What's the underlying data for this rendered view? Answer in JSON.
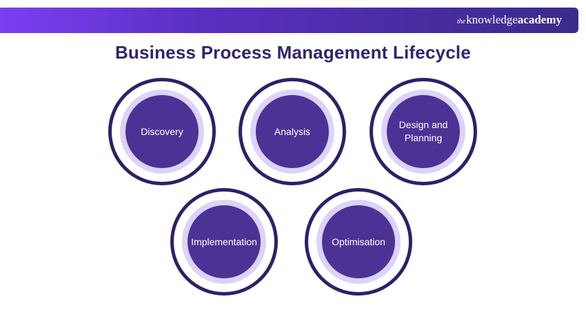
{
  "header": {
    "brand_prefix": "the",
    "brand_main": "knowledge",
    "brand_bold": "academy"
  },
  "title": "Business Process Management Lifecycle",
  "stages": [
    {
      "label": "Discovery"
    },
    {
      "label": "Analysis"
    },
    {
      "label": "Design and Planning"
    },
    {
      "label": "Implementation"
    },
    {
      "label": "Optimisation"
    }
  ],
  "colors": {
    "banner_start": "#7b3ff2",
    "banner_end": "#3b2a8a",
    "title": "#33236e",
    "ring_outer": "#2f1f69",
    "ring_lavender": "#dcd3fb",
    "core": "#4c3294"
  }
}
